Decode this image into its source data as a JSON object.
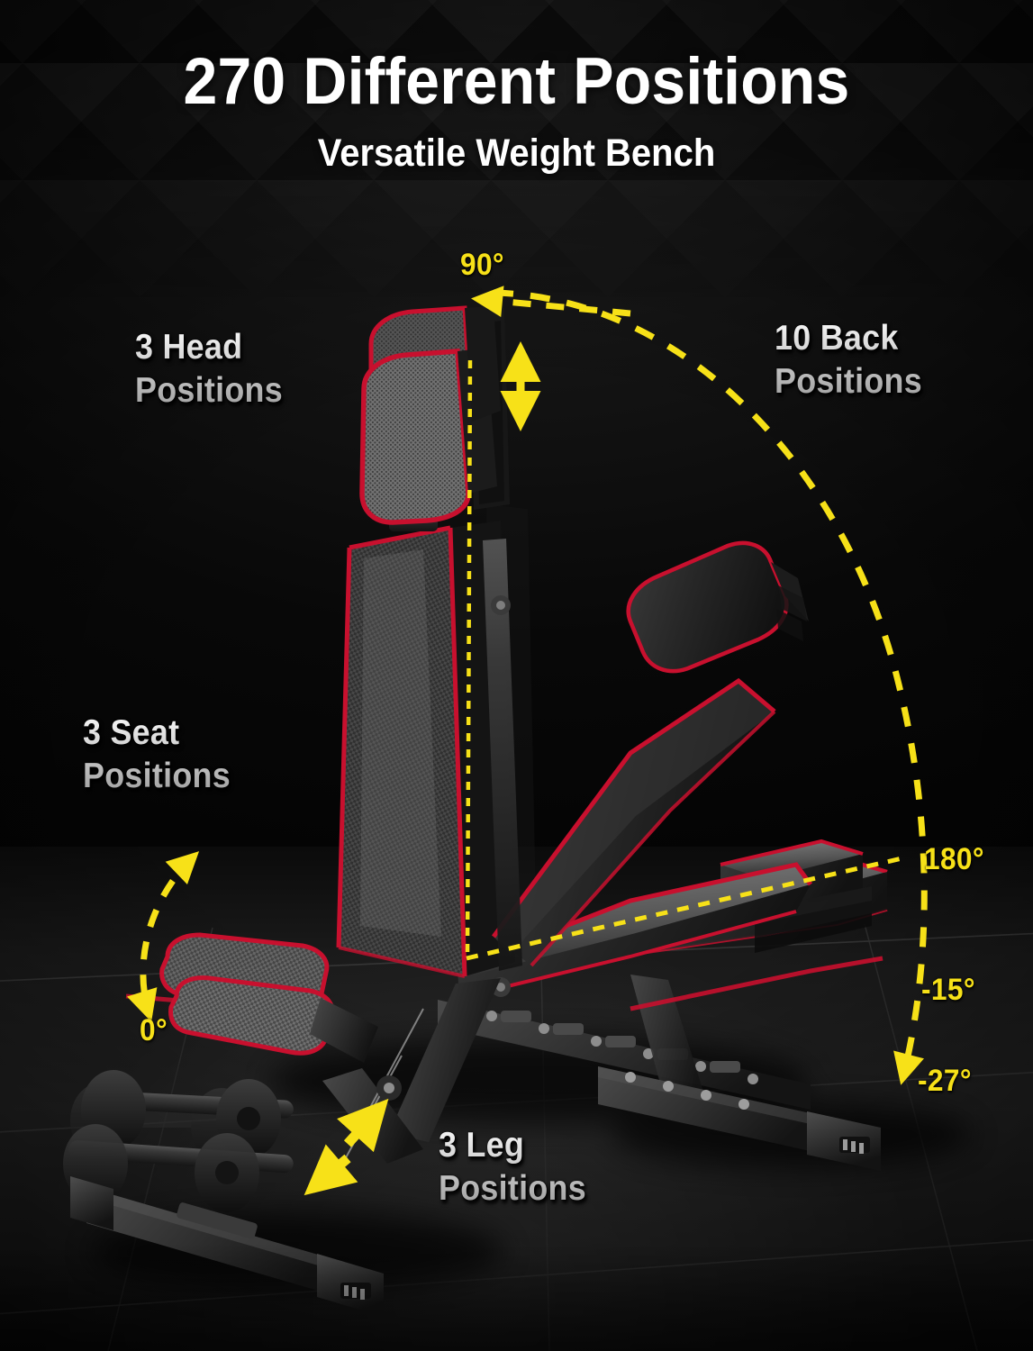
{
  "header": {
    "title": "270 Different Positions",
    "subtitle": "Versatile Weight Bench"
  },
  "callouts": {
    "head": "3 Head\nPositions",
    "back": "10 Back\nPositions",
    "seat": "3 Seat\nPositions",
    "leg": "3 Leg\nPositions"
  },
  "angles": {
    "top": "90°",
    "flat": "180°",
    "decline_small": "-15°",
    "decline_large": "-27°",
    "seat_zero": "0°"
  },
  "colors": {
    "background": "#060606",
    "accent_yellow": "#F7E118",
    "trim_red": "#C8102E",
    "label_silver": "#C9C9C9",
    "title_white": "#FFFFFF"
  },
  "product": {
    "name": "Versatile Weight Bench",
    "adjustable_parts": [
      "headrest",
      "backrest",
      "seat",
      "leg-rollers"
    ],
    "back_angle_range": "90° to -27°",
    "seat_angle_range": "0° upward"
  }
}
